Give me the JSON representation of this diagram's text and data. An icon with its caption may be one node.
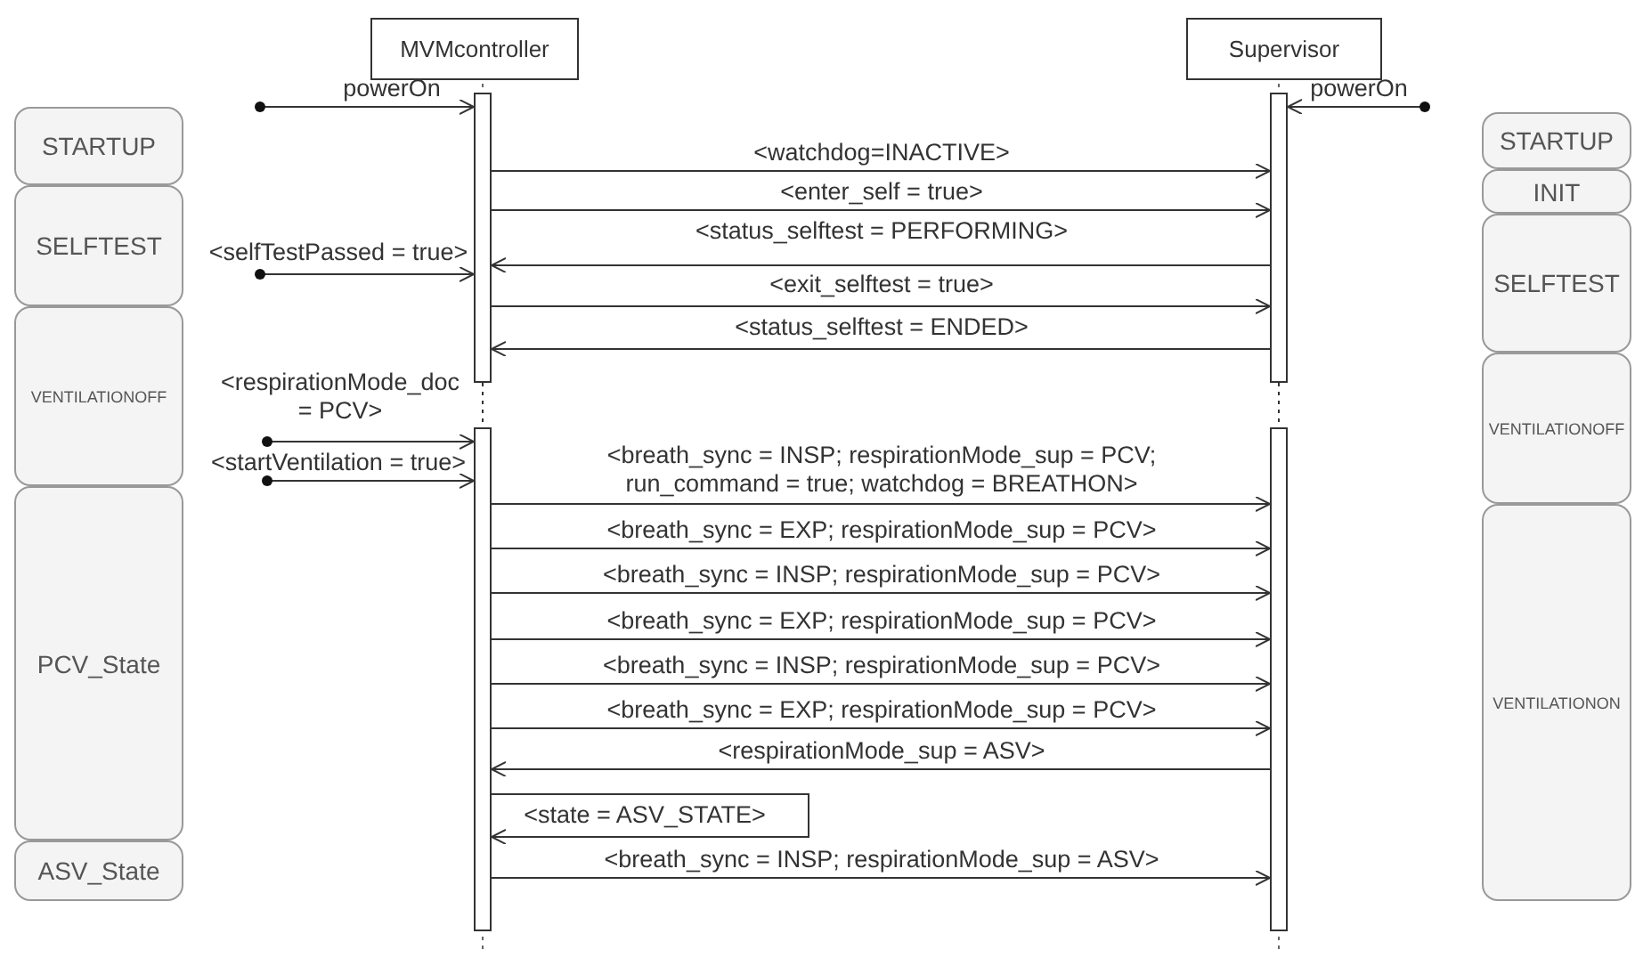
{
  "diagram": {
    "nodes": [
      {
        "text": [
          "MVMcontroller"
        ]
      },
      {
        "text": [
          "Supervisor"
        ]
      },
      {
        "text": [],
        "shape": "bar"
      },
      {
        "text": [],
        "shape": "bar"
      },
      {
        "text": [],
        "shape": "bar"
      },
      {
        "text": [],
        "shape": "bar"
      },
      {
        "text": [
          "STARTUP"
        ]
      },
      {
        "text": [
          "SELFTEST"
        ]
      },
      {
        "text": [
          "VENTILATIONOFF"
        ]
      },
      {
        "text": [
          "PCV_State"
        ]
      },
      {
        "text": [
          "ASV_State"
        ]
      },
      {
        "text": [
          "STARTUP"
        ]
      },
      {
        "text": [
          "INIT"
        ]
      },
      {
        "text": [
          "SELFTEST"
        ]
      },
      {
        "text": [
          "VENTILATIONOFF"
        ]
      },
      {
        "text": [
          "VENTILATIONON"
        ]
      }
    ],
    "edges": [
      {
        "from": null,
        "to": 2,
        "arrow": "to",
        "label": "powerOn"
      },
      {
        "from": null,
        "to": 4,
        "arrow": "to",
        "label": "powerOn"
      },
      {
        "from": 2,
        "to": 4,
        "arrow": "to",
        "label": "<watchdog=INACTIVE>"
      },
      {
        "from": 2,
        "to": 4,
        "arrow": "to",
        "label": "<enter_self = true>"
      },
      {
        "from": 4,
        "to": 2,
        "arrow": "to",
        "label": "<status_selftest = PERFORMING>"
      },
      {
        "from": null,
        "to": 2,
        "arrow": "to",
        "label": "<selfTestPassed = true>"
      },
      {
        "from": 2,
        "to": 4,
        "arrow": "to",
        "label": "<exit_selftest = true>"
      },
      {
        "from": 4,
        "to": 2,
        "arrow": "to",
        "label": "<status_selftest = ENDED>"
      },
      {
        "from": null,
        "to": 3,
        "arrow": "to",
        "label": "<respirationMode_doc = PCV>"
      },
      {
        "from": null,
        "to": 3,
        "arrow": "to",
        "label": "<startVentilation = true>"
      },
      {
        "from": 3,
        "to": 5,
        "arrow": "to",
        "label": "<breath_sync = INSP; respirationMode_sup = PCV; run_command = true; watchdog = BREATHON>"
      },
      {
        "from": 3,
        "to": 5,
        "arrow": "to",
        "label": "<breath_sync = EXP; respirationMode_sup = PCV>"
      },
      {
        "from": 3,
        "to": 5,
        "arrow": "to",
        "label": "<breath_sync = INSP; respirationMode_sup = PCV>"
      },
      {
        "from": 3,
        "to": 5,
        "arrow": "to",
        "label": "<breath_sync = EXP; respirationMode_sup = PCV>"
      },
      {
        "from": 3,
        "to": 5,
        "arrow": "to",
        "label": "<breath_sync = INSP; respirationMode_sup = PCV>"
      },
      {
        "from": 3,
        "to": 5,
        "arrow": "to",
        "label": "<breath_sync = EXP; respirationMode_sup = PCV>"
      },
      {
        "from": 5,
        "to": 3,
        "arrow": "to",
        "label": "<respirationMode_sup = ASV>"
      },
      {
        "from": 3,
        "to": 3,
        "arrow": "to",
        "label": "<state = ASV_STATE>"
      },
      {
        "from": 3,
        "to": 5,
        "arrow": "to",
        "label": "<breath_sync = INSP; respirationMode_sup = ASV>"
      },
      {
        "from": 2,
        "to": 3,
        "arrow": "none",
        "style": "dashed"
      },
      {
        "from": 4,
        "to": 5,
        "arrow": "none",
        "style": "dashed"
      }
    ]
  }
}
